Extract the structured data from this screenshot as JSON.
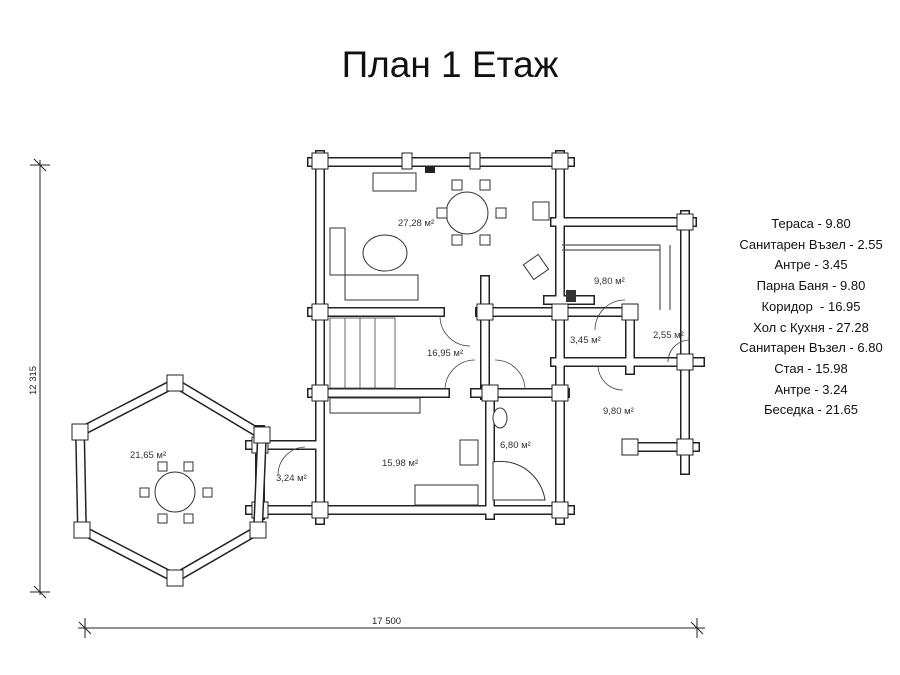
{
  "title": "План 1 Етаж",
  "legend": [
    "Тераса - 9.80",
    "Санитарен Възел - 2.55",
    "Антре - 3.45",
    "Парна Баня - 9.80",
    "Коридор  - 16.95",
    "Хол с Кухня - 27.28",
    "Санитарен Възел - 6.80",
    "Стая - 15.98",
    "Антре - 3.24",
    "Беседка - 21.65"
  ],
  "rooms": {
    "living_kitchen": "27,28 м²",
    "sauna": "9,80 м²",
    "wc_small": "2,55 м²",
    "entry_inner": "3,45 м²",
    "corridor": "16,95 м²",
    "terrace": "9,80 м²",
    "bathroom": "6,80 м²",
    "room": "15,98 м²",
    "entry": "3,24 м²",
    "gazebo": "21,65 м²"
  },
  "dimensions": {
    "height": "12 315",
    "width": "17 500"
  }
}
